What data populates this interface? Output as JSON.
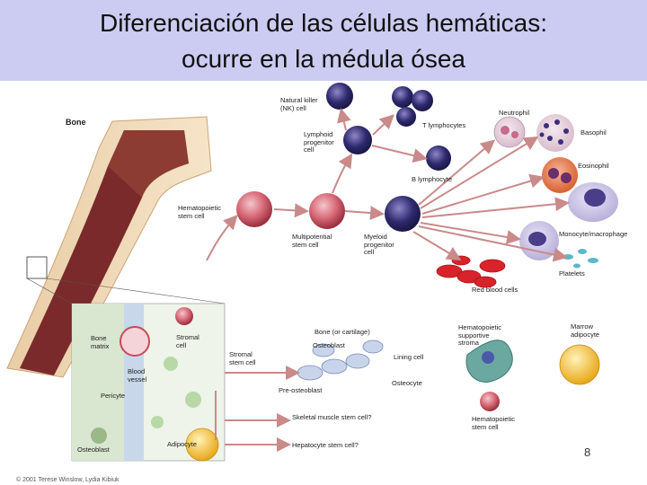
{
  "title": {
    "line1": "Diferenciación de las células hemáticas:",
    "line2": "ocurre en la médula ósea"
  },
  "labels": {
    "bone": "Bone",
    "nk_cell": "Natural killer\n(NK) cell",
    "lymphoid_progenitor": "Lymphoid\nprogenitor\ncell",
    "t_lymphocytes": "T lymphocytes",
    "b_lymphocyte": "B lymphocyte",
    "hematopoietic_stem_cell": "Hematopoietic\nstem cell",
    "multipotential_stem_cell": "Multipotential\nstem cell",
    "myeloid_progenitor": "Myeloid\nprogenitor\ncell",
    "neutrophil": "Neutrophil",
    "basophil": "Basophil",
    "eosinophil": "Eosinophil",
    "monocyte_macrophage": "Monocyte/macrophage",
    "platelets": "Platelets",
    "red_blood_cells": "Red blood cells",
    "bone_or_cartilage": "Bone (or cartilage)",
    "osteoblast": "Osteoblast",
    "lining_cell": "Lining cell",
    "osteocyte": "Osteocyte",
    "pre_osteoblast": "Pre-osteoblast",
    "stromal_stem_cell": "Stromal\nstem cell",
    "skeletal_muscle_stem_cell": "Skeletal muscle stem cell?",
    "hepatocyte_stem_cell": "Hepatocyte stem cell?",
    "hematopoietic_supportive_stroma": "Hematopoietic\nsupportive\nstroma",
    "marrow_adipocyte": "Marrow\nadipocyte",
    "hematopoietic_stem_cell_2": "Hematopoietic\nstem cell",
    "bone_matrix": "Bone\nmatrix",
    "stromal_cell": "Stromal\ncell",
    "blood_vessel": "Blood\nvessel",
    "pericyte": "Pericyte",
    "osteoblast_inset": "Osteoblast",
    "adipocyte": "Adipocyte"
  },
  "page_number": "8",
  "credit": "© 2001 Terese Winslow, Lydia Kibiuk",
  "colors": {
    "title_bg": "#ccccf2",
    "lymphoid": "#2e2a6e",
    "stem": "#c94a5a",
    "rbc": "#d8232a",
    "bone_marrow": "#7a2a2a",
    "arrow": "#c98a8a"
  }
}
